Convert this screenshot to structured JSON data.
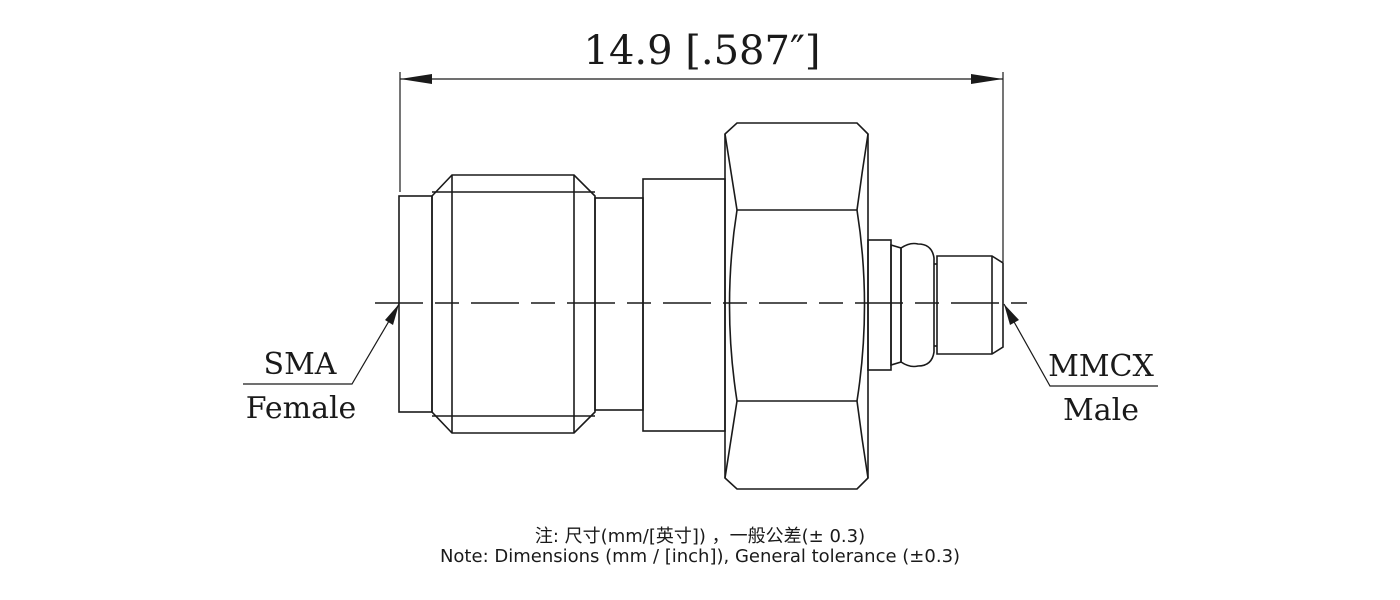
{
  "drawing": {
    "overall_dimension": "14.9 [.587″]",
    "left_label": {
      "top": "SMA",
      "bottom": "Female"
    },
    "right_label": {
      "top": "MMCX",
      "bottom": "Male"
    }
  },
  "notes": {
    "line_cn": "注: 尺寸(mm/[英寸]) ，一般公差(± 0.3)",
    "line_en": "Note: Dimensions (mm / [inch]), General tolerance (±0.3)"
  },
  "colors": {
    "line": "#1a1a1a",
    "background": "#ffffff"
  }
}
